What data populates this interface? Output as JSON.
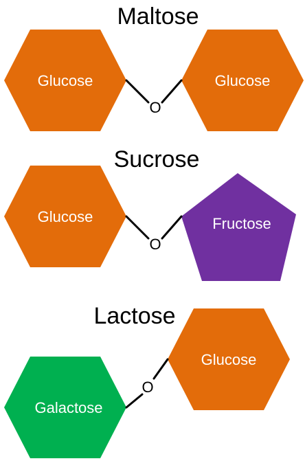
{
  "colors": {
    "glucose": "#E36C0A",
    "fructose": "#7030A0",
    "galactose": "#00B050",
    "label_text": "#FFFFFF",
    "title_text": "#000000",
    "bond": "#000000"
  },
  "maltose": {
    "title": "Maltose",
    "left_unit": "Glucose",
    "right_unit": "Glucose",
    "link_atom": "O"
  },
  "sucrose": {
    "title": "Sucrose",
    "left_unit": "Glucose",
    "right_unit": "Fructose",
    "link_atom": "O"
  },
  "lactose": {
    "title": "Lactose",
    "left_unit": "Galactose",
    "right_unit": "Glucose",
    "link_atom": "O"
  }
}
